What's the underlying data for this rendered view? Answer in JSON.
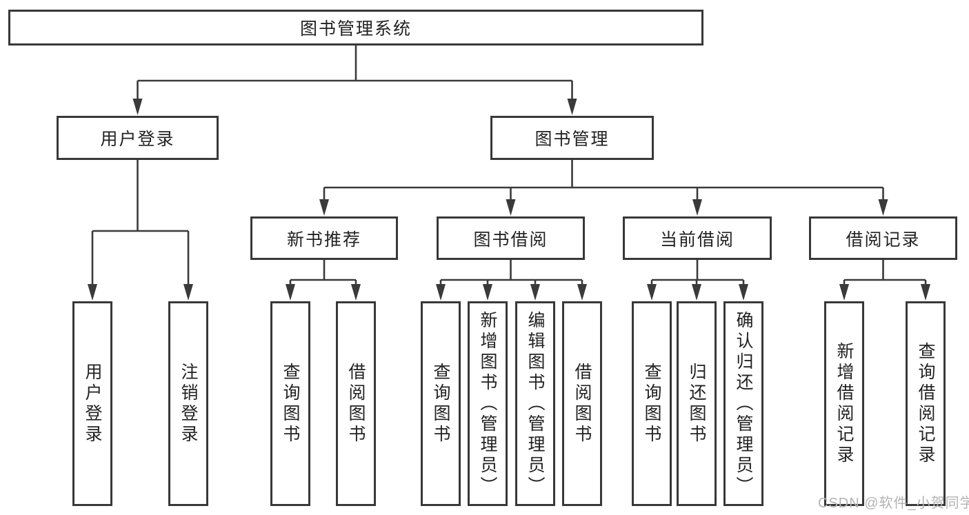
{
  "nodes": {
    "root": "图书管理系统",
    "level2": [
      "用户登录",
      "图书管理"
    ],
    "level3": [
      "新书推荐",
      "图书借阅",
      "当前借阅",
      "借阅记录"
    ],
    "leaves": [
      "用户登录",
      "注销登录",
      "查询图书",
      "借阅图书",
      "查询图书",
      "新增图书（管理员）",
      "编辑图书（管理员）",
      "借阅图书",
      "查询图书",
      "归还图书",
      "确认归还（管理员）",
      "新增借阅记录",
      "查询借阅记录"
    ]
  },
  "hierarchy": {
    "图书管理系统": [
      "用户登录",
      "图书管理"
    ],
    "用户登录": [
      "用户登录",
      "注销登录"
    ],
    "图书管理": [
      "新书推荐",
      "图书借阅",
      "当前借阅",
      "借阅记录"
    ],
    "新书推荐": [
      "查询图书",
      "借阅图书"
    ],
    "图书借阅": [
      "查询图书",
      "新增图书（管理员）",
      "编辑图书（管理员）",
      "借阅图书"
    ],
    "当前借阅": [
      "查询图书",
      "归还图书",
      "确认归还（管理员）"
    ],
    "借阅记录": [
      "新增借阅记录",
      "查询借阅记录"
    ]
  },
  "watermark": {
    "text": "CSDN @软件_小贺同学"
  },
  "colors": {
    "background": "#ffffff",
    "line": "#3a3a3a",
    "box_border": "#383838",
    "text": "#222222",
    "watermark": "#b3b3b3"
  }
}
